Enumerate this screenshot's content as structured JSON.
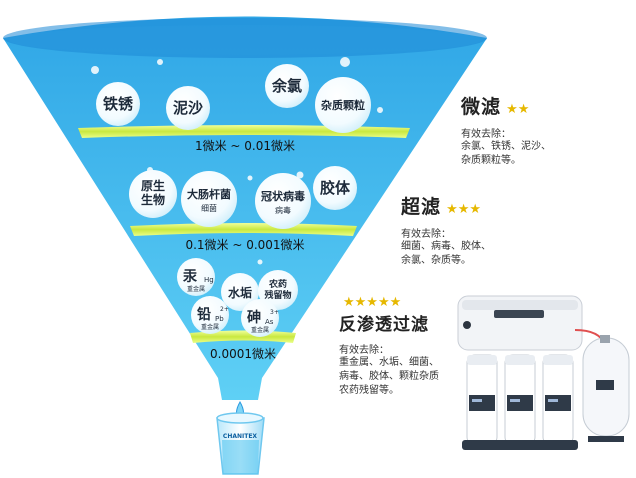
{
  "funnel": {
    "colors": {
      "water": "#4fc3ef",
      "rim": "#1e88d6",
      "membrane": "#d7f25a"
    },
    "layer1": {
      "bubbles": [
        {
          "text": "铁锈",
          "sub": ""
        },
        {
          "text": "泥沙",
          "sub": ""
        },
        {
          "text": "余氯",
          "sub": ""
        },
        {
          "text": "杂质颗粒",
          "sub": ""
        }
      ],
      "range": "1微米 ~ 0.01微米"
    },
    "layer2": {
      "bubbles": [
        {
          "text": "原生生物",
          "sub": ""
        },
        {
          "text": "大肠杆菌",
          "sub": "细菌"
        },
        {
          "text": "冠状病毒",
          "sub": "病毒"
        },
        {
          "text": "胶体",
          "sub": ""
        }
      ],
      "range": "0.1微米 ~ 0.001微米"
    },
    "layer3": {
      "bubbles": [
        {
          "text": "汞",
          "sub": "重金属",
          "formula": "Hg"
        },
        {
          "text": "水垢",
          "sub": ""
        },
        {
          "text": "农药残留物",
          "sub": ""
        },
        {
          "text": "铅",
          "sub": "重金属",
          "formula": "Pb",
          "charge": "2+"
        },
        {
          "text": "砷",
          "sub": "重金属",
          "formula": "As",
          "charge": "3+"
        }
      ],
      "range": "0.0001微米"
    },
    "cup_brand": "CHANITEX"
  },
  "panels": [
    {
      "title": "微滤",
      "stars": "★★",
      "label": "有效去除：",
      "lines": [
        "余氯、铁锈、泥沙、",
        "杂质颗粒等。"
      ]
    },
    {
      "title": "超滤",
      "stars": "★★★",
      "label": "有效去除：",
      "lines": [
        "细菌、病毒、胶体、",
        "余氯、杂质等。"
      ]
    },
    {
      "title": "反渗透过滤",
      "stars": "★★★★★",
      "label": "有效去除：",
      "lines": [
        "重金属、水垢、细菌、",
        "病毒、胶体、颗粒杂质",
        "农药残留等。"
      ]
    }
  ]
}
